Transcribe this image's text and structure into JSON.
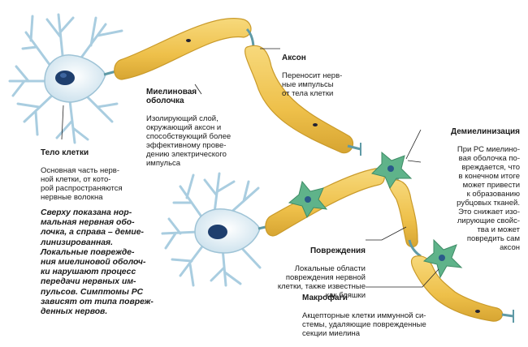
{
  "labels": {
    "cell_body": {
      "title": "Тело клетки",
      "text": "Основная часть нерв-\nной клетки, от кото-\nрой распространяются\nнервные волокна"
    },
    "myelin": {
      "title": "Миелиновая\nоболочка",
      "text": "Изолирующий слой,\nокружающий аксон и\nспособствующий более\nэффективному прове-\nдению электрического\nимпульса"
    },
    "axon": {
      "title": "Аксон",
      "text": "Переносит нерв-\nные импульсы\nот тела клетки"
    },
    "demyelination": {
      "title": "Демиелинизация",
      "text": "При РС миелино-\nвая оболочка по-\nвреждается, что\nв конечном итоге\nможет привести\nк образованию\nрубцовых тканей.\nЭто снижает изо-\nлирующие свойс-\nтва и может\nповредить сам\nаксон"
    },
    "damage": {
      "title": "Повреждения",
      "text": "Локальные области\nповреждения нервной\nклетки, также известные\nкак бляшки"
    },
    "macrophages": {
      "title": "Макрофаги",
      "text": "Акцепторные клетки иммунной си-\nстемы, удаляющие поврежденные\nсекции миелина"
    }
  },
  "caption": "Сверху показана нор-\nмальная нервная обо-\nлочка, а справа – демие-\nлинизированная.\nЛокальные поврежде-\nния миелиновой оболоч-\nки нарушают процесс\nпередачи нервных им-\nпульсов. Симптомы РС\nзависят от типа повреж-\nденных нервов.",
  "colors": {
    "myelin_fill": "#efc24a",
    "myelin_edge": "#c99a2a",
    "neuron_fill": "#e4f0f6",
    "neuron_edge": "#9ec3d6",
    "nucleus": "#1f3f6e",
    "macrophage": "#5fb38a",
    "axon_gap": "#5f9aa6"
  }
}
